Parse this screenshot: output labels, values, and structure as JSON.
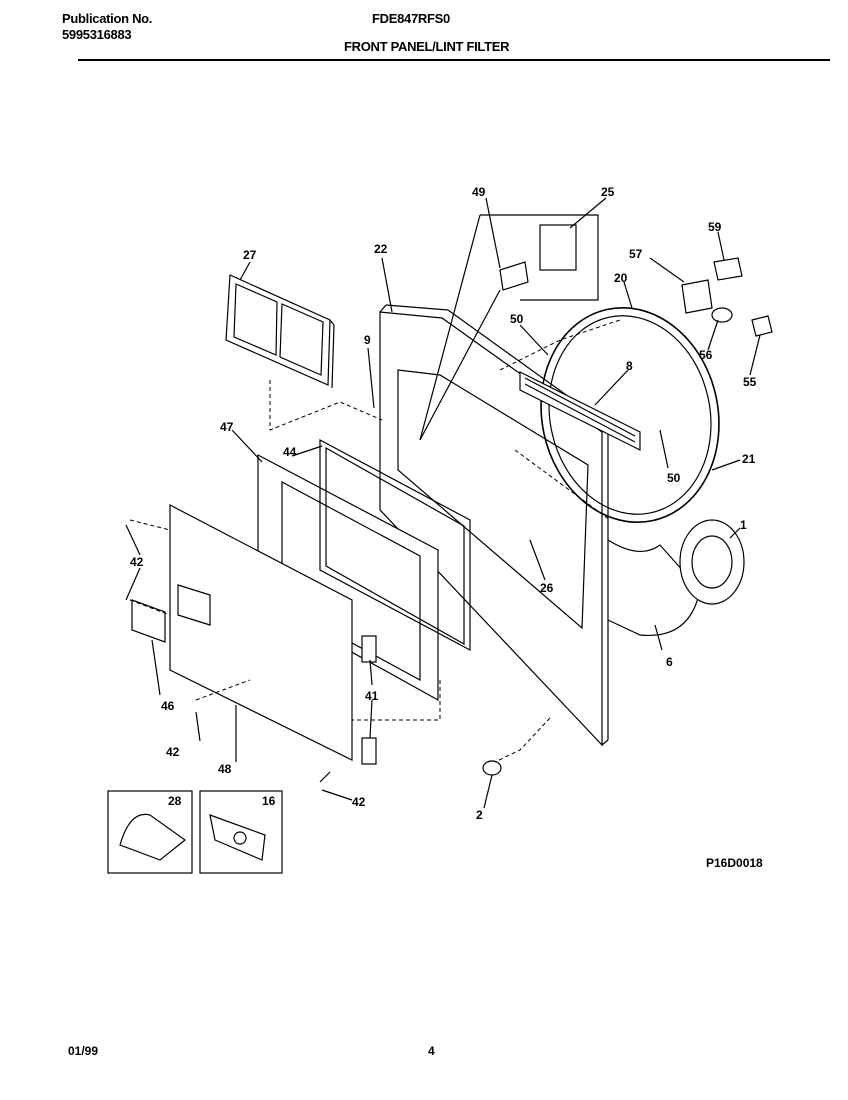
{
  "header": {
    "publication_label": "Publication No.",
    "publication_number": "5995316883",
    "model": "FDE847RFS0",
    "section_title": "FRONT PANEL/LINT FILTER"
  },
  "diagram": {
    "code": "P16D0018",
    "part_labels": [
      "49",
      "25",
      "27",
      "22",
      "59",
      "57",
      "20",
      "50",
      "9",
      "8",
      "56",
      "55",
      "47",
      "44",
      "50",
      "21",
      "1",
      "42",
      "26",
      "6",
      "46",
      "41",
      "42",
      "48",
      "42",
      "2",
      "28",
      "16"
    ]
  },
  "footer": {
    "date": "01/99",
    "page": "4"
  }
}
